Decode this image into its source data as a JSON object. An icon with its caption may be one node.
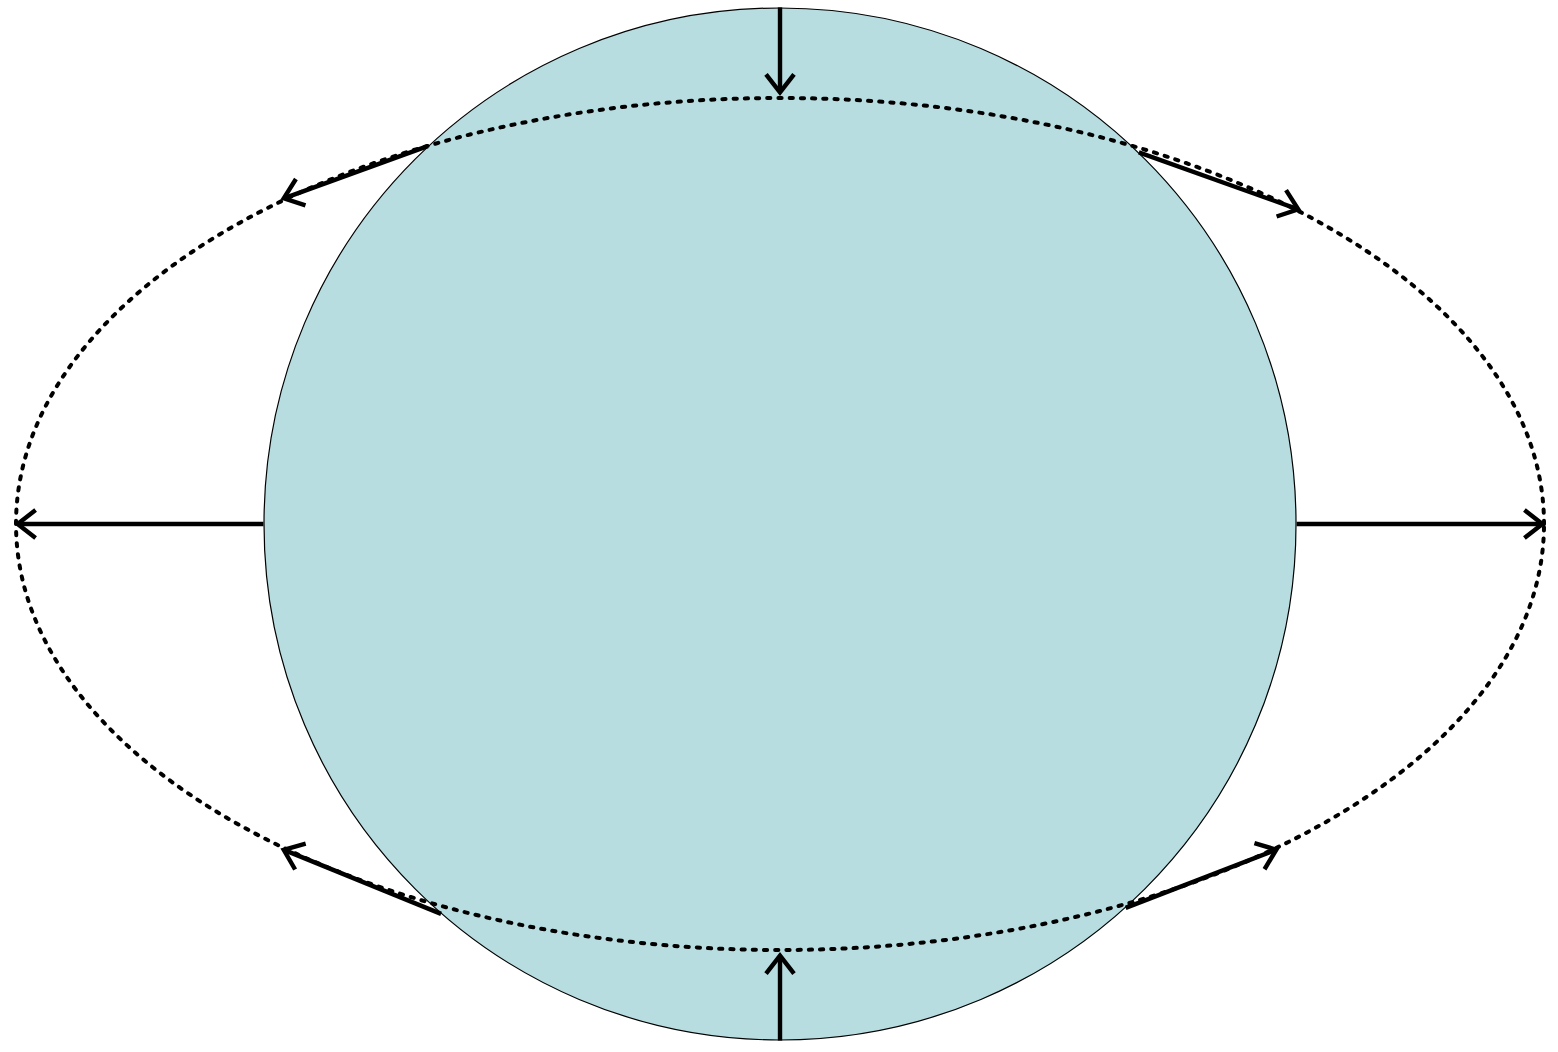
{
  "diagram": {
    "nodes": [
      {
        "text": [],
        "shape": "circle"
      },
      {
        "text": [],
        "shape": "ellipse"
      }
    ],
    "edges": [
      {
        "from": 0,
        "to": 1,
        "arrow": "to"
      },
      {
        "from": 0,
        "to": 1,
        "arrow": "to"
      },
      {
        "from": 0,
        "to": 1,
        "arrow": "to"
      },
      {
        "from": 0,
        "to": 1,
        "arrow": "to"
      },
      {
        "from": 0,
        "to": 1,
        "arrow": "to"
      },
      {
        "from": 0,
        "to": 1,
        "arrow": "to"
      },
      {
        "from": 0,
        "to": 1,
        "arrow": "to"
      },
      {
        "from": 0,
        "to": 1,
        "arrow": "to"
      }
    ]
  }
}
